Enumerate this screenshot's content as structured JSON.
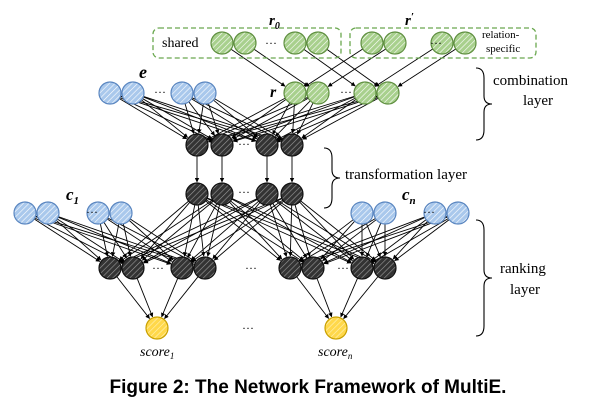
{
  "figure": {
    "caption": "Figure 2: The Network Framework of MultiE.",
    "labels": {
      "r0_base": "r",
      "r0_sub": "0",
      "rprime_base": "r",
      "rprime_mark": "′",
      "shared": "shared",
      "relation_line1": "relation-",
      "relation_line2": "specific",
      "e": "e",
      "r": "r",
      "c1_base": "c",
      "c1_sub": "1",
      "cn_base": "c",
      "cn_sub": "n",
      "score1_base": "score",
      "score1_sub": "1",
      "scoren_base": "score",
      "scoren_sub": "n",
      "ellipsis": "···"
    },
    "layers": {
      "combination_line1": "combination",
      "combination_line2": "layer",
      "transformation": "transformation layer",
      "ranking_line1": "ranking",
      "ranking_line2": "layer"
    },
    "colors": {
      "blue": "#a9c8ec",
      "blue_stroke": "#5a86c0",
      "green": "#a8d08d",
      "green_stroke": "#5f8f40",
      "black": "#3a3a3a",
      "black_stroke": "#111111",
      "yellow": "#ffd84a",
      "yellow_stroke": "#c9a000",
      "dashed_box": "#6aa84f"
    }
  }
}
